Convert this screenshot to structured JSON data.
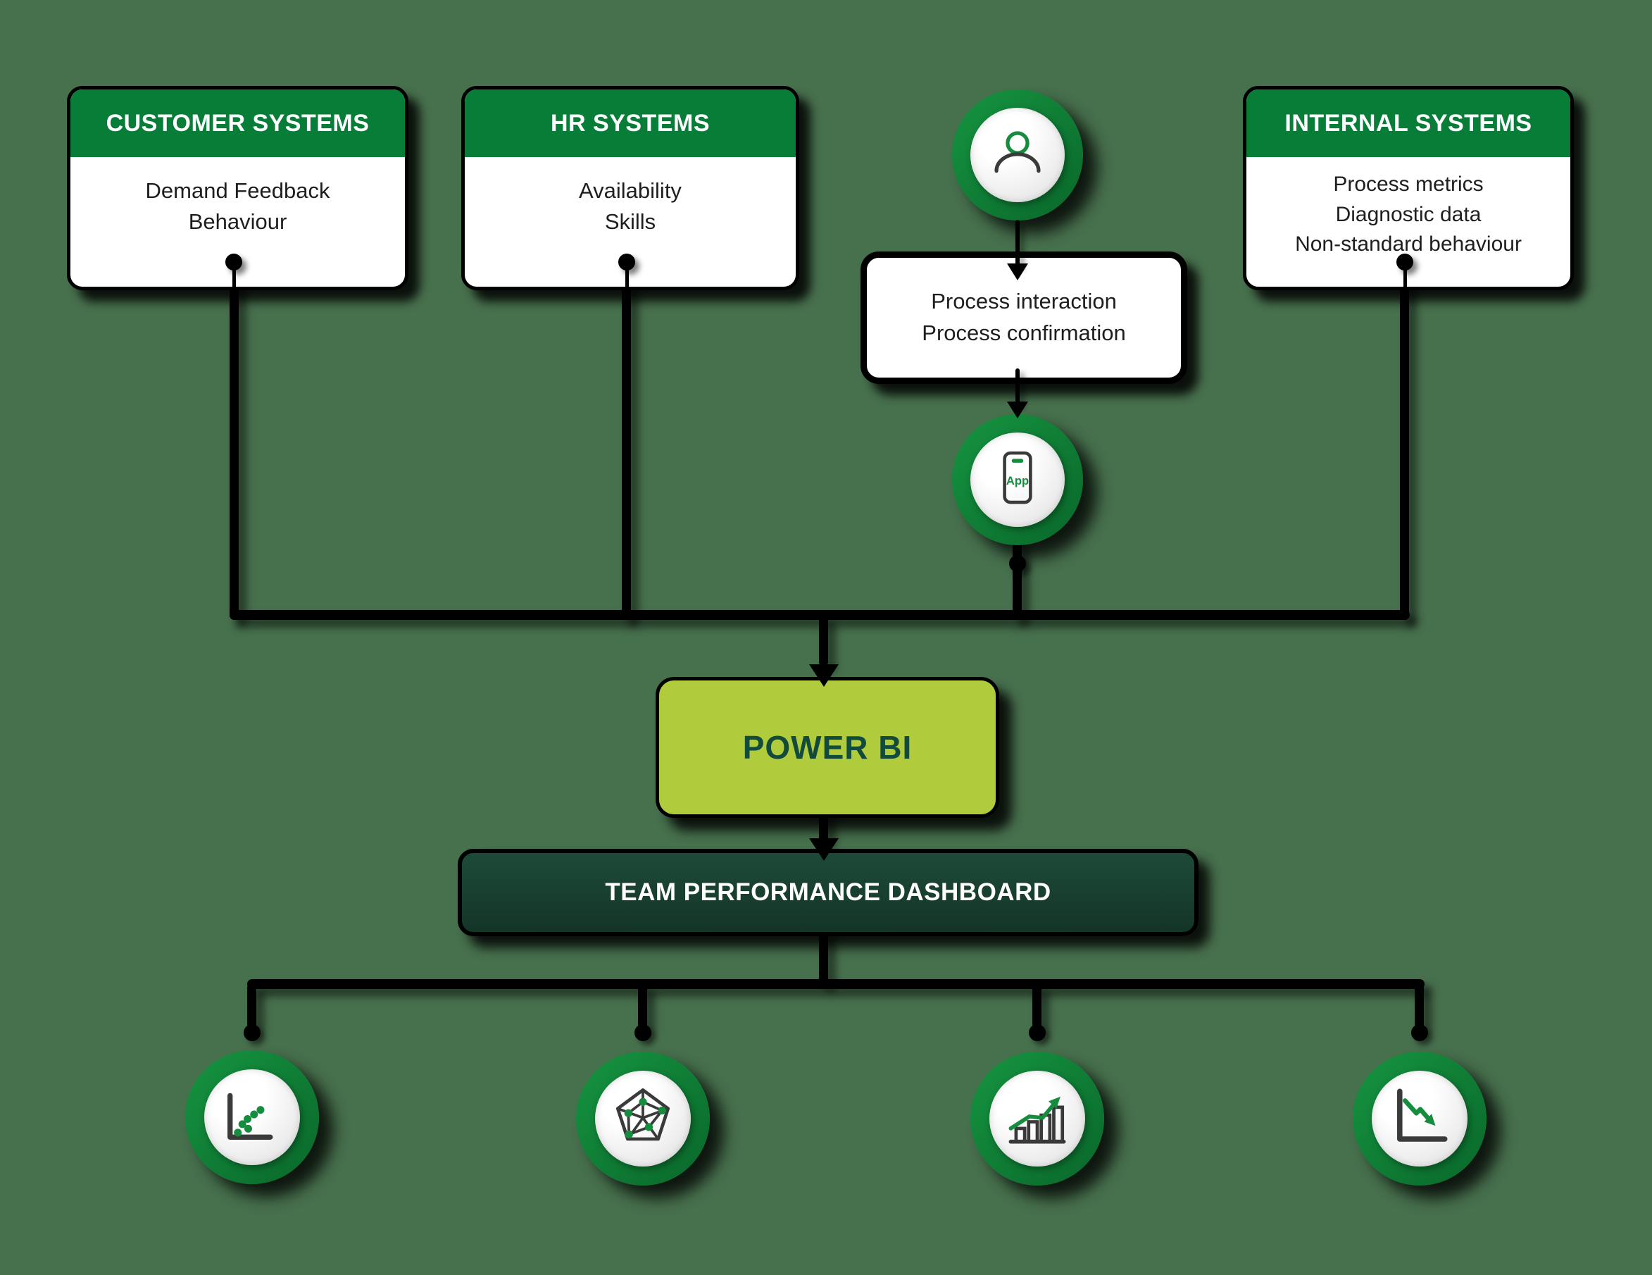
{
  "colors": {
    "bg": "#47704d",
    "header-green": "#087d37",
    "ring-green": "#0d7c33",
    "lime": "#b0cb3c",
    "lime-text": "#124a3c",
    "dashboard-green": "#173f31",
    "icon-green": "#168c3f",
    "icon-gray": "#3a3a3a",
    "text-dark": "#1e1e1e",
    "wire": "#000000"
  },
  "nodes": {
    "customer": {
      "title": "CUSTOMER SYSTEMS",
      "line1": "Demand Feedback",
      "line2": "Behaviour"
    },
    "hr": {
      "title": "HR SYSTEMS",
      "line1": "Availability",
      "line2": "Skills"
    },
    "internal": {
      "title": "INTERNAL SYSTEMS",
      "line1": "Process metrics",
      "line2": "Diagnostic data",
      "line3": "Non-standard behaviour"
    },
    "process": {
      "line1": "Process interaction",
      "line2": "Process confirmation"
    },
    "app": {
      "label": "App"
    },
    "power_bi": {
      "label": "POWER BI"
    },
    "dashboard": {
      "label": "TEAM PERFORMANCE DASHBOARD"
    }
  },
  "icons": {
    "person": "person-icon",
    "app": "smartphone-app-icon",
    "output1": "scatter-chart-icon",
    "output2": "radar-chart-icon",
    "output3": "bar-chart-growth-icon",
    "output4": "line-chart-decline-icon"
  }
}
